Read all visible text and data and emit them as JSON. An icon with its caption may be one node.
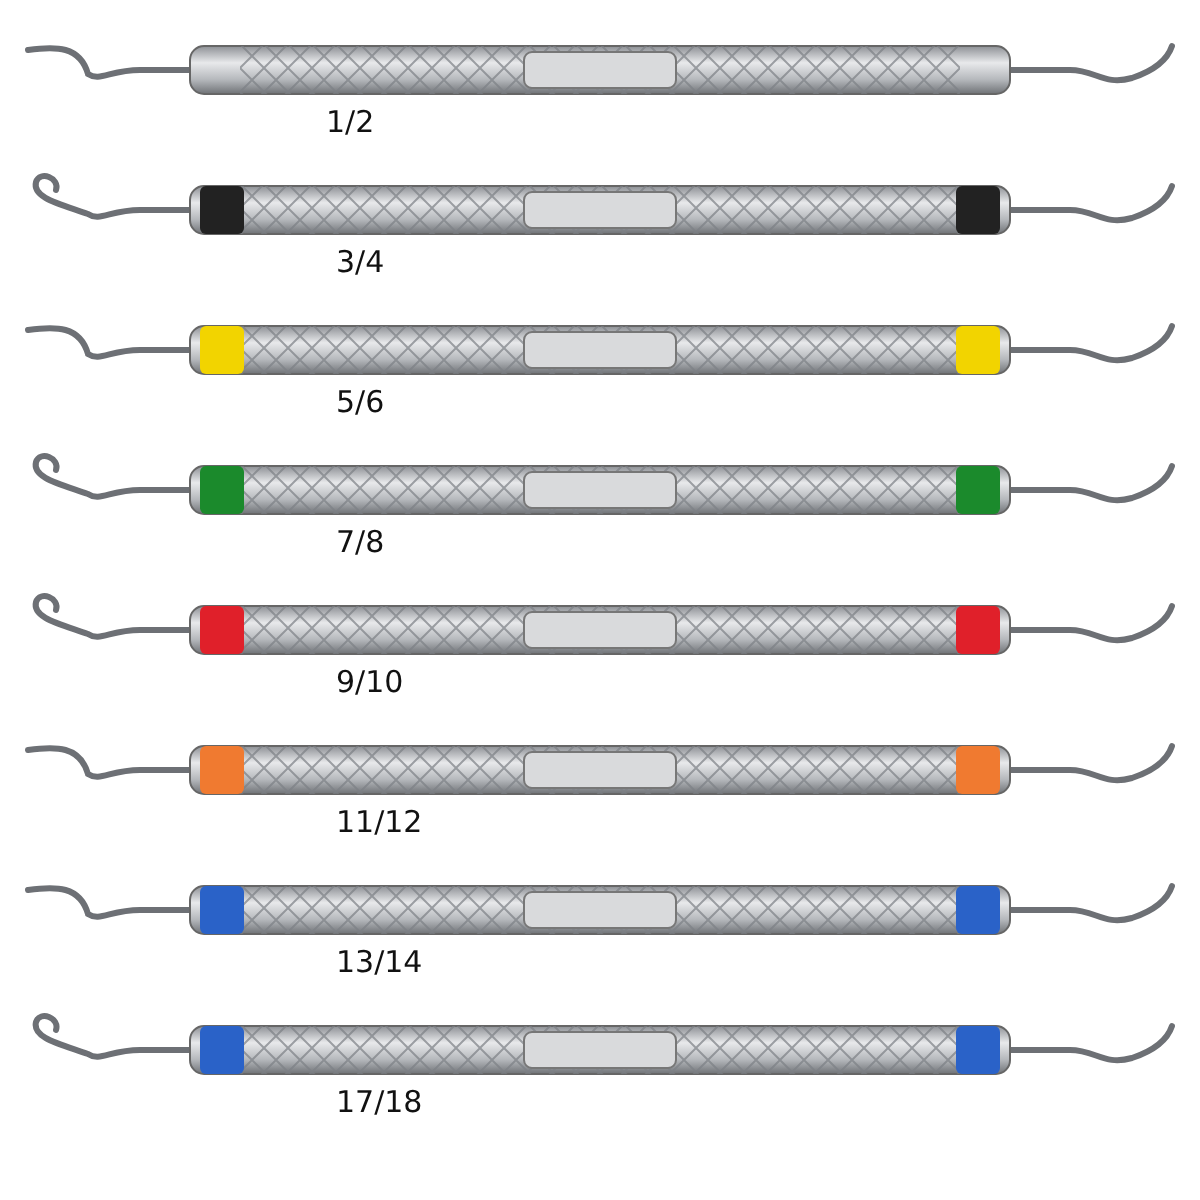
{
  "diagram": {
    "labels": [
      "1/2",
      "3/4",
      "5/6",
      "7/8",
      "9/10",
      "11/12",
      "13/14",
      "17/18"
    ]
  }
}
